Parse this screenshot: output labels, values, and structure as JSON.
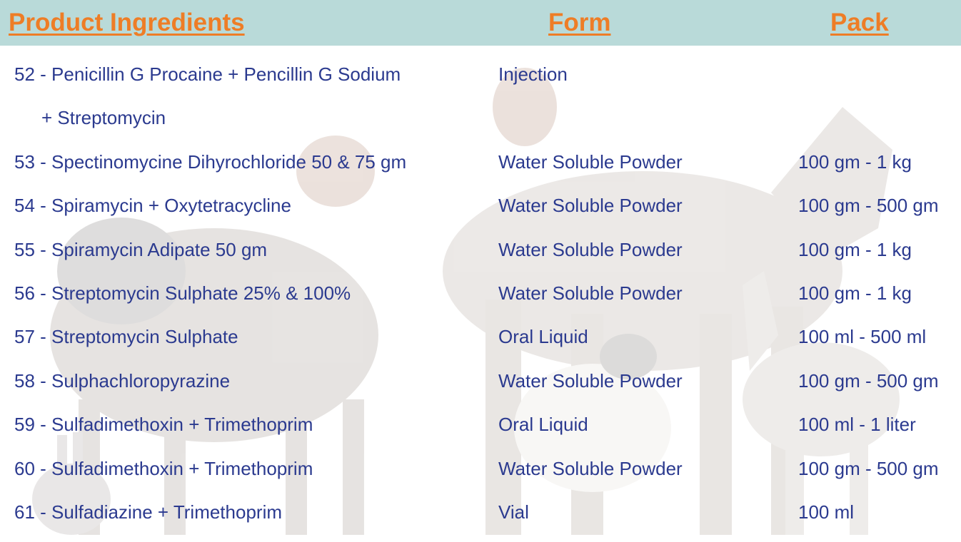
{
  "header": {
    "ingredients": "Product Ingredients",
    "form": "Form",
    "pack": "Pack"
  },
  "rows": [
    {
      "name": "52 - Penicillin G Procaine + Pencillin G Sodium",
      "form": "Injection",
      "pack": ""
    },
    {
      "name": "+ Streptomycin",
      "form": "",
      "pack": ""
    },
    {
      "name": "53 - Spectinomycine Dihyrochloride 50 & 75 gm",
      "form": "Water Soluble Powder",
      "pack": "100 gm - 1 kg"
    },
    {
      "name": "54 - Spiramycin + Oxytetracycline",
      "form": "Water Soluble Powder",
      "pack": "100 gm - 500 gm"
    },
    {
      "name": "55 - Spiramycin Adipate 50 gm",
      "form": "Water Soluble Powder",
      "pack": "100 gm - 1 kg"
    },
    {
      "name": "56 - Streptomycin Sulphate 25% & 100%",
      "form": "Water Soluble Powder",
      "pack": "100 gm - 1 kg"
    },
    {
      "name": "57 - Streptomycin Sulphate",
      "form": "Oral Liquid",
      "pack": "100 ml - 500 ml"
    },
    {
      "name": "58 - Sulphachloropyrazine",
      "form": "Water Soluble Powder",
      "pack": "100 gm - 500 gm"
    },
    {
      "name": "59 - Sulfadimethoxin + Trimethoprim",
      "form": "Oral Liquid",
      "pack": "100 ml - 1 liter"
    },
    {
      "name": "60 - Sulfadimethoxin + Trimethoprim",
      "form": "Water Soluble Powder",
      "pack": "100 gm - 500 gm"
    },
    {
      "name": "61 - Sulfadiazine + Trimethoprim",
      "form": "Vial",
      "pack": "100 ml"
    }
  ],
  "colors": {
    "header_bg": "#b9dad9",
    "header_text": "#ee7d26",
    "row_text": "#2b3a8f"
  }
}
